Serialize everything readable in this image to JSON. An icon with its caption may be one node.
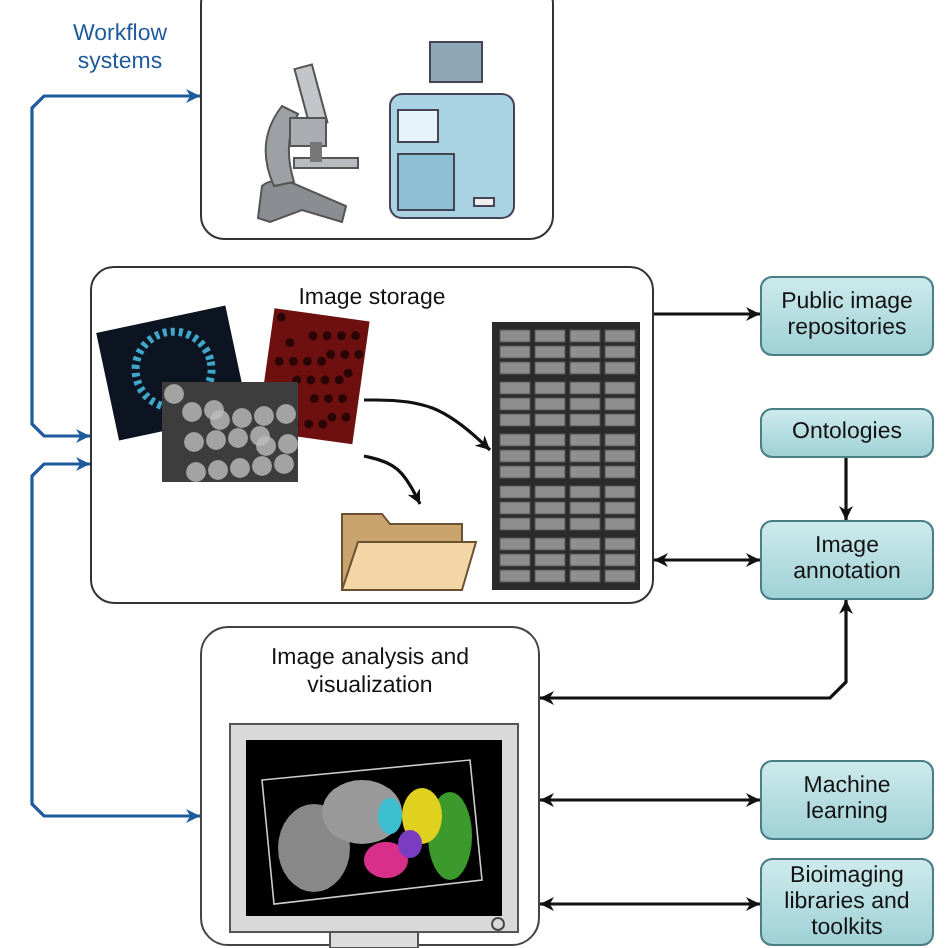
{
  "diagram": {
    "nodes": [
      {
        "text": [],
        "shape": "box"
      },
      {
        "text": [
          "Image storage"
        ]
      },
      {
        "text": [],
        "shape": "picture",
        "in": 1
      },
      {
        "text": [],
        "shape": "picture",
        "in": 1
      },
      {
        "text": [],
        "shape": "picture",
        "in": 1
      },
      {
        "text": [
          "Public image repositories"
        ]
      },
      {
        "text": [
          "Ontologies"
        ]
      },
      {
        "text": [
          "Image annotation"
        ]
      },
      {
        "text": [
          "Image analysis and visualization"
        ]
      },
      {
        "text": [
          "Machine learning"
        ]
      },
      {
        "text": [
          "Bioimaging libraries and toolkits"
        ]
      }
    ],
    "edges": [
      {
        "from": 0,
        "to": 1,
        "arrow": "both",
        "color": "#1f5b9c"
      },
      {
        "from": 1,
        "to": 8,
        "arrow": "both",
        "color": "#1f5b9c"
      },
      {
        "from": 2,
        "to": 4,
        "arrow": "to"
      },
      {
        "from": 2,
        "to": 3,
        "arrow": "to"
      },
      {
        "from": 1,
        "to": 5,
        "arrow": "to"
      },
      {
        "from": 6,
        "to": 7,
        "arrow": "to"
      },
      {
        "from": 1,
        "to": 7,
        "arrow": "both"
      },
      {
        "from": 8,
        "to": 7,
        "arrow": "both"
      },
      {
        "from": 8,
        "to": 9,
        "arrow": "both"
      },
      {
        "from": 8,
        "to": 10,
        "arrow": "both"
      }
    ],
    "labels": [
      "Workflow systems"
    ]
  }
}
